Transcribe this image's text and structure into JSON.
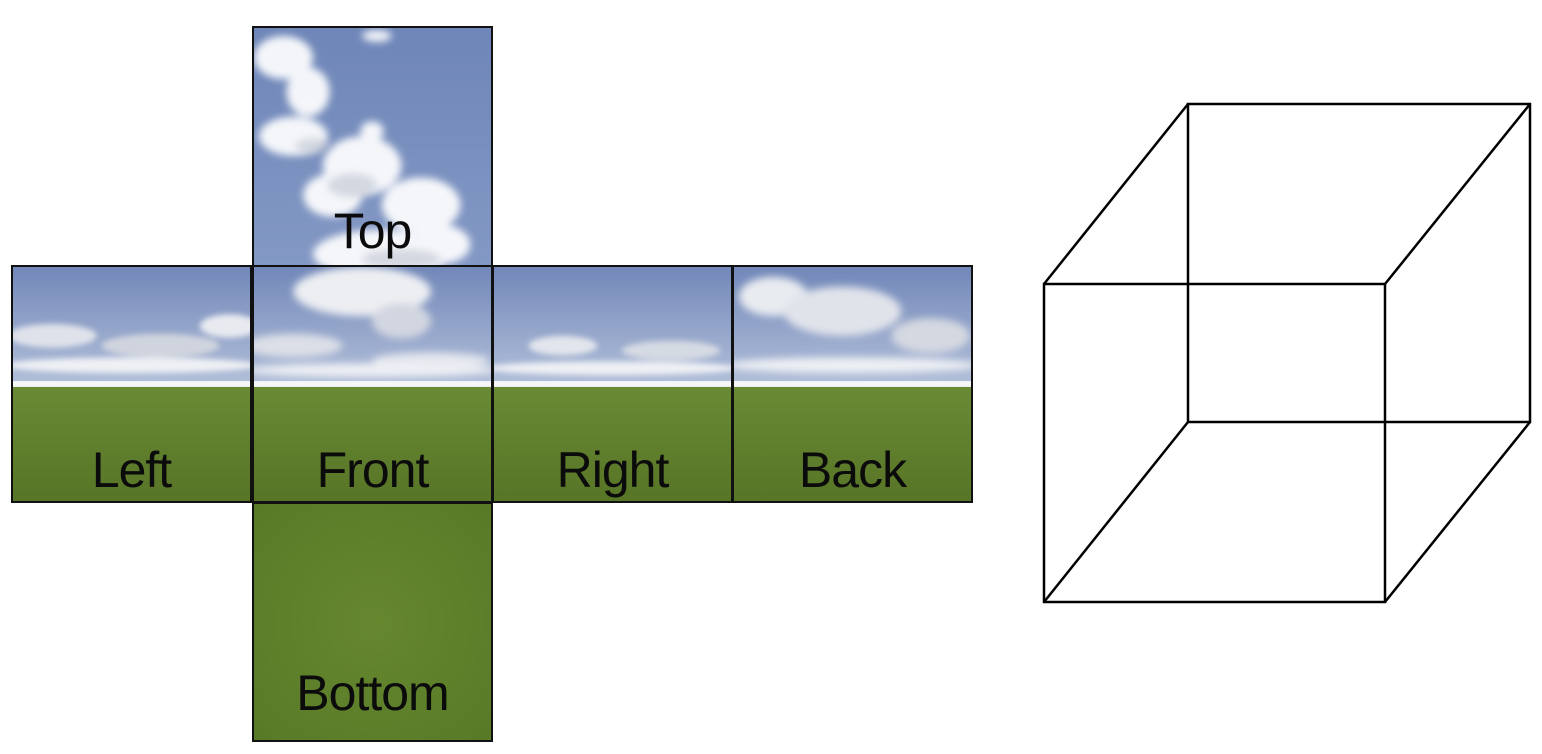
{
  "skybox_net": {
    "faces": [
      {
        "id": "top",
        "label": "Top",
        "content": "sky"
      },
      {
        "id": "left",
        "label": "Left",
        "content": "horizon"
      },
      {
        "id": "front",
        "label": "Front",
        "content": "horizon"
      },
      {
        "id": "right",
        "label": "Right",
        "content": "horizon"
      },
      {
        "id": "back",
        "label": "Back",
        "content": "horizon"
      },
      {
        "id": "bottom",
        "label": "Bottom",
        "content": "ground"
      }
    ],
    "colors": {
      "sky_top": "#6f86b8",
      "sky_horizon": "#a9b8d6",
      "cloud": "#ffffff",
      "cloud_shadow": "#c9ccd6",
      "grass": "#5f7f2c",
      "grass_dark": "#4f6f24",
      "outline": "#111111"
    }
  },
  "wireframe_cube": {
    "stroke": "#000000"
  }
}
